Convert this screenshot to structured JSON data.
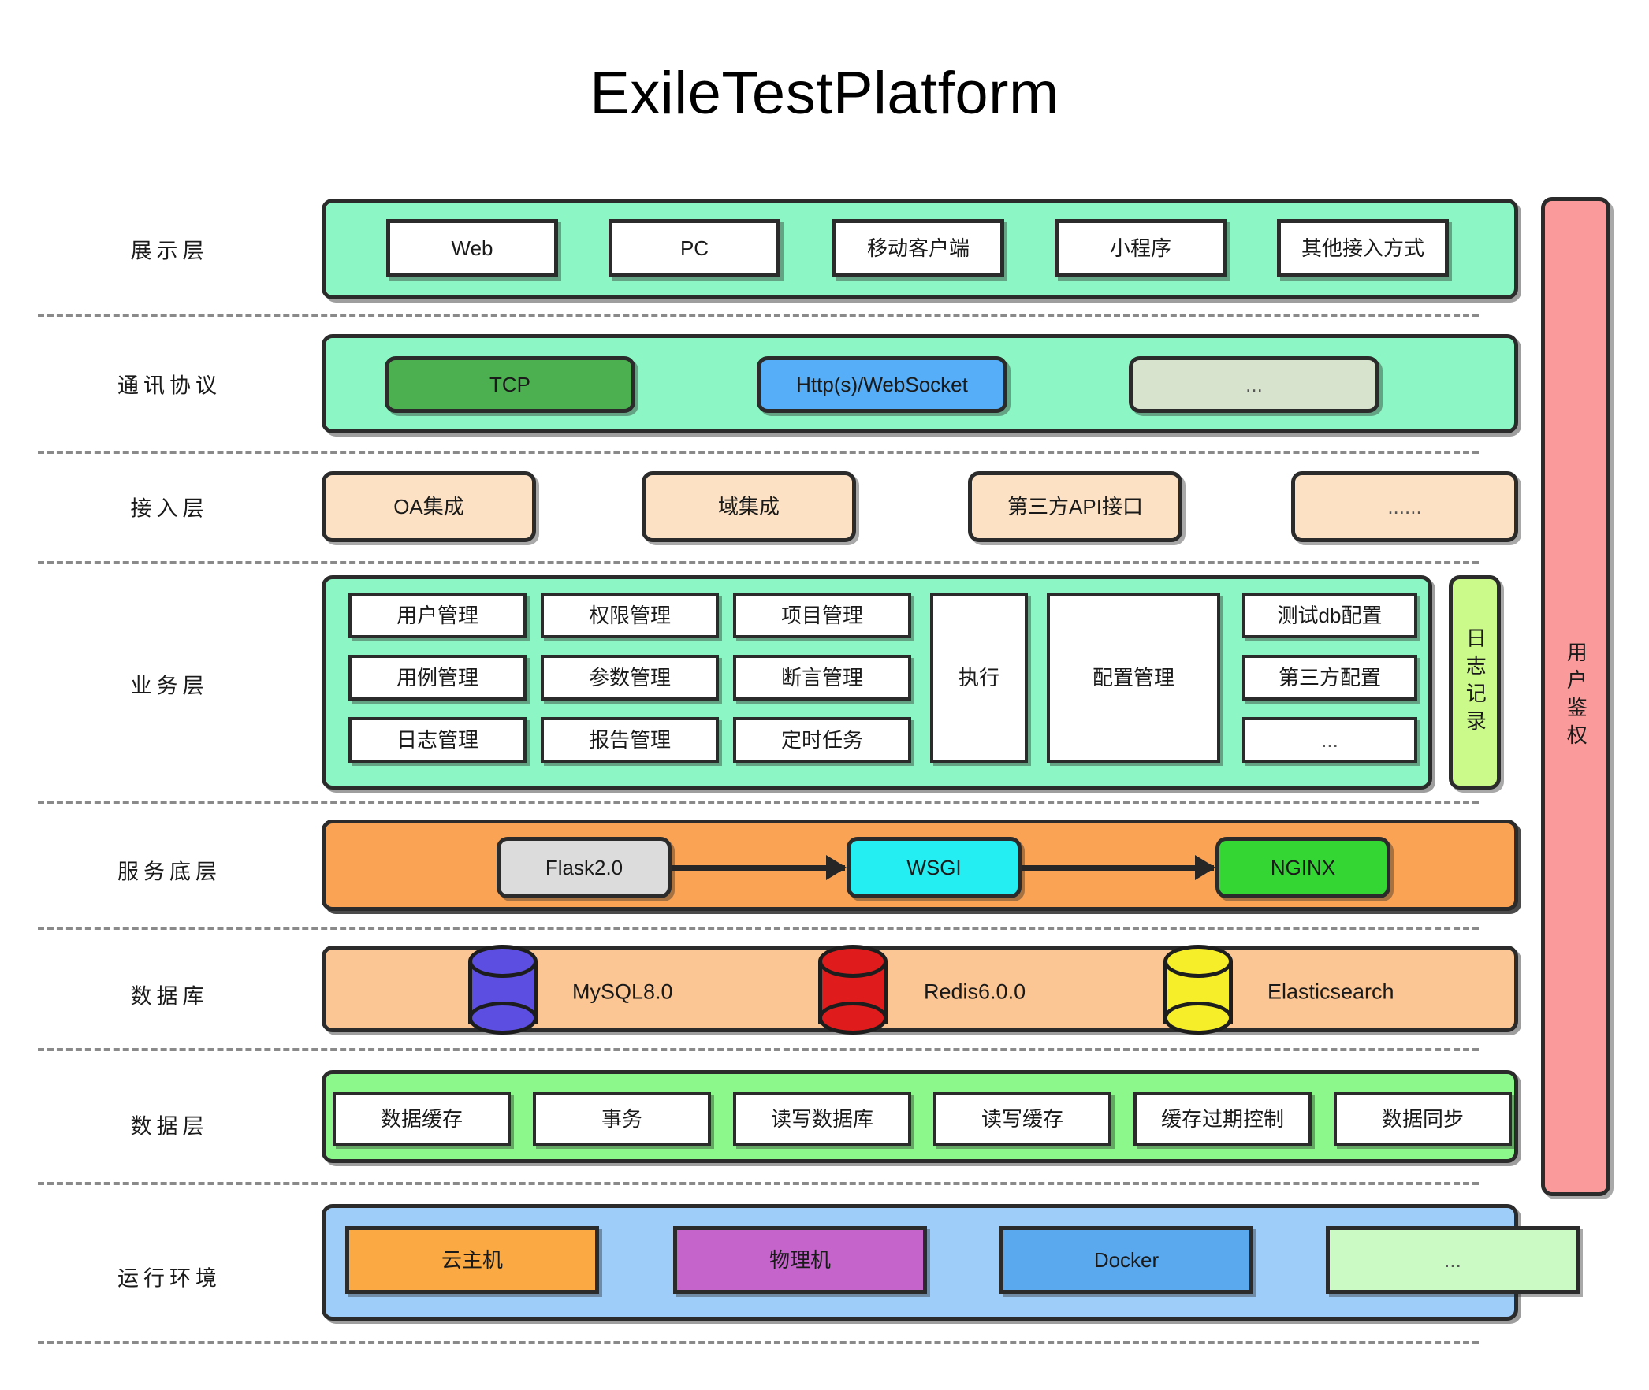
{
  "title": "ExileTestPlatform",
  "side_panel": {
    "label": "用户鉴权",
    "color": "#fa9a9a"
  },
  "rows": [
    {
      "id": "presentation",
      "label": "展示层",
      "band_color": "#8cf7c4",
      "items": [
        "Web",
        "PC",
        "移动客户端",
        "小程序",
        "其他接入方式"
      ]
    },
    {
      "id": "protocol",
      "label": "通讯协议",
      "band_color": "#8cf7c4",
      "items": [
        {
          "label": "TCP",
          "color": "#4caf50"
        },
        {
          "label": "Http(s)/WebSocket",
          "color": "#55aef7"
        },
        {
          "label": "...",
          "color": "#d7e3cd"
        }
      ]
    },
    {
      "id": "access",
      "label": "接入层",
      "band_color": "none",
      "item_color": "#fce1c4",
      "items": [
        "OA集成",
        "域集成",
        "第三方API接口",
        "......"
      ]
    },
    {
      "id": "business",
      "label": "业务层",
      "band_color": "#8cf7c4",
      "grid": [
        [
          "用户管理",
          "权限管理",
          "项目管理"
        ],
        [
          "用例管理",
          "参数管理",
          "断言管理"
        ],
        [
          "日志管理",
          "报告管理",
          "定时任务"
        ]
      ],
      "tall_items": [
        "执行",
        "配置管理"
      ],
      "config_stack": [
        "测试db配置",
        "第三方配置",
        "..."
      ],
      "log_panel": {
        "label": "日志记录",
        "color": "#ccfa8a"
      }
    },
    {
      "id": "service",
      "label": "服务底层",
      "band_color": "#f9a köp",
      "items": [
        {
          "label": "Flask2.0",
          "color": "#dcdcdc"
        },
        {
          "label": "WSGI",
          "color": "#25eef2"
        },
        {
          "label": "NGINX",
          "color": "#33d633"
        }
      ]
    },
    {
      "id": "database",
      "label": "数据库",
      "band_color": "#fbc694",
      "items": [
        {
          "label": "MySQL8.0",
          "color": "#5b4ee0"
        },
        {
          "label": "Redis6.0.0",
          "color": "#e01b1b"
        },
        {
          "label": "Elasticsearch",
          "color": "#f7ee2a"
        }
      ]
    },
    {
      "id": "data",
      "label": "数据层",
      "band_color": "#8cf88c",
      "items": [
        "数据缓存",
        "事务",
        "读写数据库",
        "读写缓存",
        "缓存过期控制",
        "数据同步"
      ]
    },
    {
      "id": "runtime",
      "label": "运行环境",
      "band_color": "#9ecdf9",
      "items": [
        {
          "label": "云主机",
          "color": "#fbaa43"
        },
        {
          "label": "物理机",
          "color": "#c565cc"
        },
        {
          "label": "Docker",
          "color": "#5aa9ef"
        },
        {
          "label": "...",
          "color": "#ccfac4"
        }
      ]
    }
  ]
}
